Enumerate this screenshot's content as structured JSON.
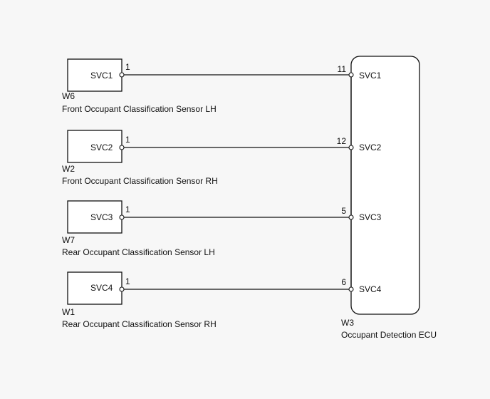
{
  "sensors": [
    {
      "id": "w6",
      "connector": "W6",
      "name": "Front Occupant Classification Sensor LH",
      "signal": "SVC1",
      "pin": "1"
    },
    {
      "id": "w2",
      "connector": "W2",
      "name": "Front Occupant Classification Sensor RH",
      "signal": "SVC2",
      "pin": "1"
    },
    {
      "id": "w7",
      "connector": "W7",
      "name": "Rear Occupant Classification Sensor LH",
      "signal": "SVC3",
      "pin": "1"
    },
    {
      "id": "w1",
      "connector": "W1",
      "name": "Rear Occupant Classification Sensor RH",
      "signal": "SVC4",
      "pin": "1"
    }
  ],
  "ecu": {
    "connector": "W3",
    "name": "Occupant Detection ECU",
    "terminals": [
      {
        "pin": "11",
        "signal": "SVC1"
      },
      {
        "pin": "12",
        "signal": "SVC2"
      },
      {
        "pin": "5",
        "signal": "SVC3"
      },
      {
        "pin": "6",
        "signal": "SVC4"
      }
    ]
  }
}
